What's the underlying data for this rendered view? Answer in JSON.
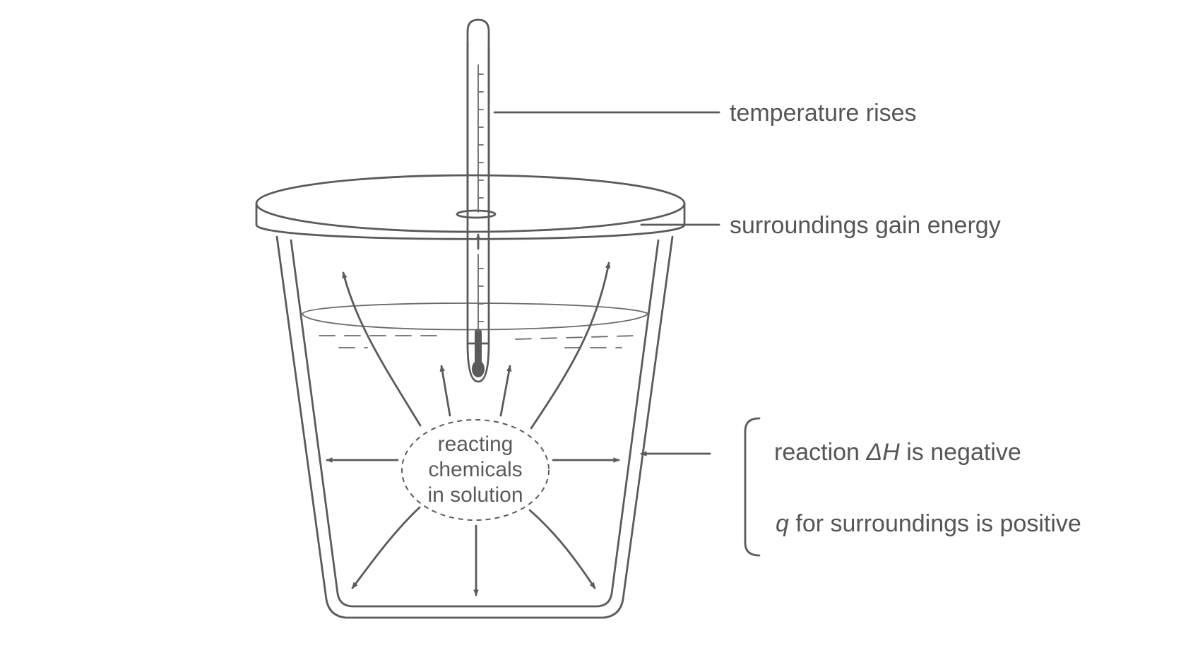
{
  "labels": {
    "temperature": "temperature rises",
    "surroundings": "surroundings gain energy",
    "reaction_prefix": "reaction ",
    "delta_h": "ΔH",
    "reaction_suffix": " is negative",
    "q_symbol": "q",
    "q_suffix": " for surroundings is positive"
  },
  "center_label": [
    "reacting",
    "chemicals",
    "in solution"
  ],
  "colors": {
    "stroke": "#5a5a5a",
    "text": "#555555",
    "background": "#ffffff"
  }
}
